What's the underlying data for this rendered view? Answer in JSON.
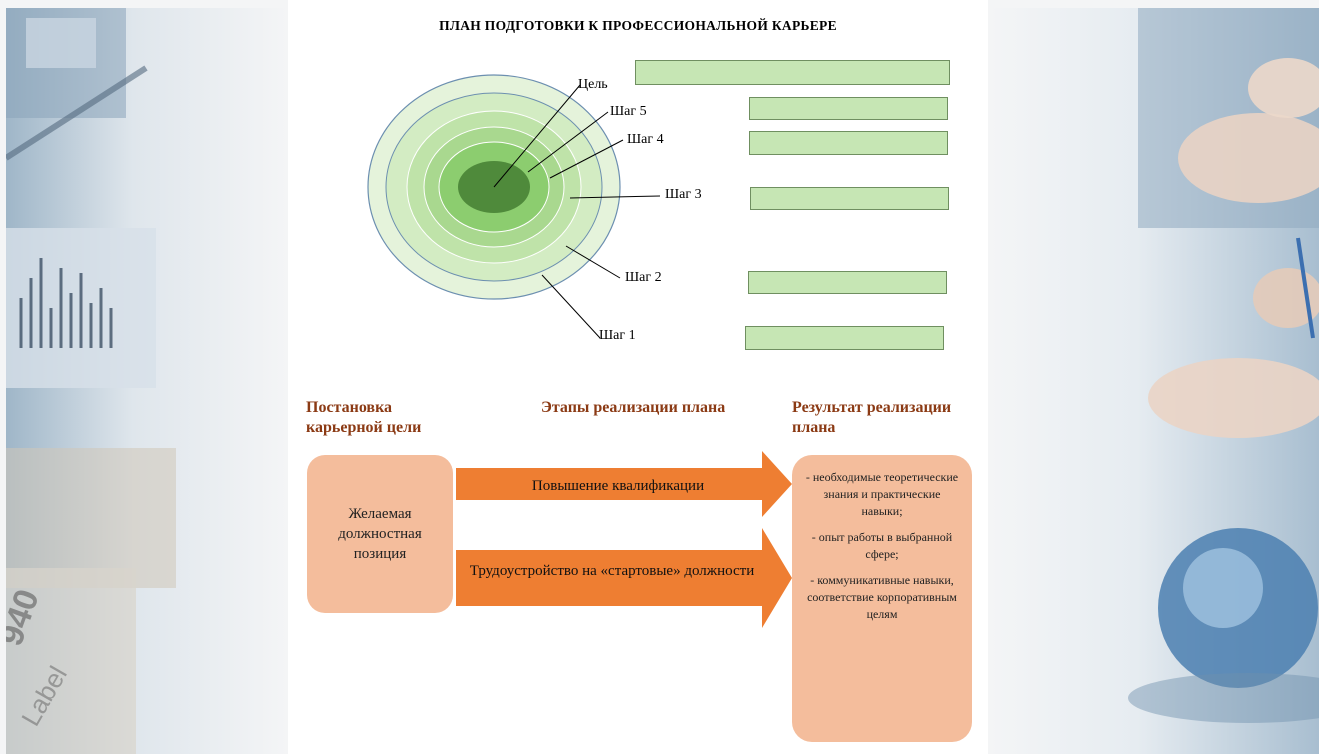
{
  "title": "ПЛАН ПОДГОТОВКИ К ПРОФЕССИОНАЛЬНОЙ КАРЬЕРЕ",
  "target_labels": {
    "goal": "Цель",
    "step5": "Шаг 5",
    "step4": "Шаг 4",
    "step3": "Шаг 3",
    "step2": "Шаг 2",
    "step1": "Шаг 1"
  },
  "columns": {
    "goal_setting": "Постановка карьерной цели",
    "stages": "Этапы реализации плана",
    "result": "Результат реализации плана"
  },
  "goal_box": "Желаемая должностная позиция",
  "arrows": {
    "qualification": "Повышение квалификации",
    "employment": "Трудоустройство на «стартовые» должности"
  },
  "results": [
    "- необходимые теоретические знания и практические навыки;",
    "- опыт работы в выбранной сфере;",
    "- коммуникативные навыки, соответствие корпоративным целям"
  ],
  "colors": {
    "heading": "#8b3a14",
    "box_fill": "#f4bd9c",
    "arrow_fill": "#ee7e32",
    "bar_fill": "#c6e6b4",
    "target_center": "#4f8a3b"
  }
}
